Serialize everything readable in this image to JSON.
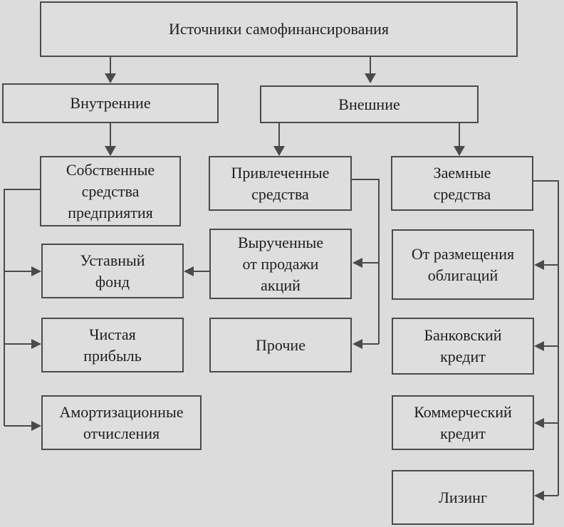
{
  "diagram": {
    "root": "Источники самофинансирования",
    "internal": "Внутренние",
    "external": "Внешние",
    "own_funds": "Собственные\nсредства\nпредприятия",
    "attracted_funds": "Привлеченные\nсредства",
    "borrowed_funds": "Заемные\nсредства",
    "charter_fund": "Уставный\nфонд",
    "share_sale": "Вырученные\nот продажи\nакций",
    "net_profit": "Чистая\nприбыль",
    "other": "Прочие",
    "depreciation": "Амортизационные\nотчисления",
    "bonds": "От размещения\nоблигаций",
    "bank_credit": "Банковский\nкредит",
    "commercial_credit": "Коммерческий\nкредит",
    "leasing": "Лизинг"
  }
}
